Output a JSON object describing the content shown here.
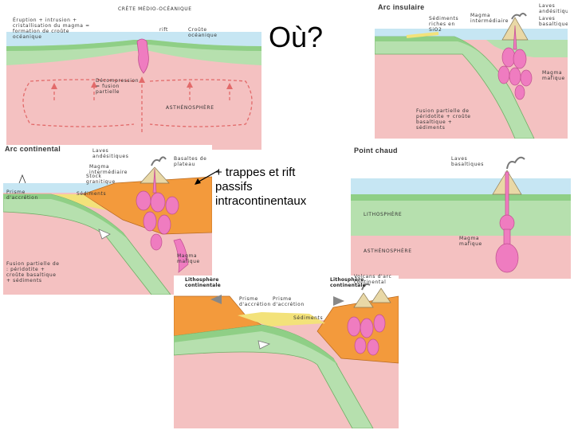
{
  "slide": {
    "title": "Où?",
    "annotation_lines": [
      "+ trappes et rift",
      "passifs",
      "intracontinentaux"
    ]
  },
  "ridge_panel": {
    "heading": "CRÊTE MÉDIO-OCÉANIQUE",
    "labels": {
      "eruption": "Éruption + intrusion + cristallisation du magma = formation de croûte océanique",
      "rift": "rift",
      "crust": "Croûte océanique",
      "decompression": "Décompression = fusion partielle",
      "asthenosphere": "ASTHÉNOSPHÈRE"
    }
  },
  "island_arc_panel": {
    "title": "Arc insulaire",
    "labels": {
      "andesitic": "Laves andésitiques",
      "basaltic": "Laves basaltiques",
      "sediments": "Sédiments riches en SiO2",
      "intermediate": "Magma intermédiaire",
      "mafic": "Magma mafique",
      "melting": "Fusion partielle de péridotite + croûte basaltique + sédiments"
    }
  },
  "continental_arc_panel": {
    "title": "Arc continental",
    "labels": {
      "andesitic": "Laves andésitiques",
      "plateau": "Basaltes de plateau",
      "intermediate": "Magma intermédiaire",
      "stock": "Stock granitique",
      "prism": "Prisme d'accrétion",
      "sediments": "Sédiments",
      "mafic": "Magma mafique",
      "melting": "Fusion partielle de : péridotite + croûte basaltique + sédiments"
    }
  },
  "hot_spot_panel": {
    "title": "Point chaud",
    "labels": {
      "basaltic": "Laves basaltiques",
      "lithosphere": "LITHOSPHÈRE",
      "asthenosphere": "ASTHÉNOSPHÈRE",
      "mafic": "Magma mafique"
    }
  },
  "collision_panel": {
    "labels": {
      "lith_left": "Lithosphère continentale",
      "lith_right": "Lithosphère continentale",
      "prism_left": "Prisme d'accrétion",
      "prism_right": "Prisme d'accrétion",
      "sediments": "Sédiments",
      "volcano": "Volcans d'arc continental"
    }
  },
  "colors": {
    "mantle": "#f4c1c1",
    "lithosphere": "#b6e0ae",
    "crust": "#d5ecc4",
    "ocean": "#c6e6f3",
    "magma": "#ef7cc0",
    "continent": "#f39a3c",
    "sediment": "#f3e27a",
    "arrow": "#e26a6a"
  }
}
